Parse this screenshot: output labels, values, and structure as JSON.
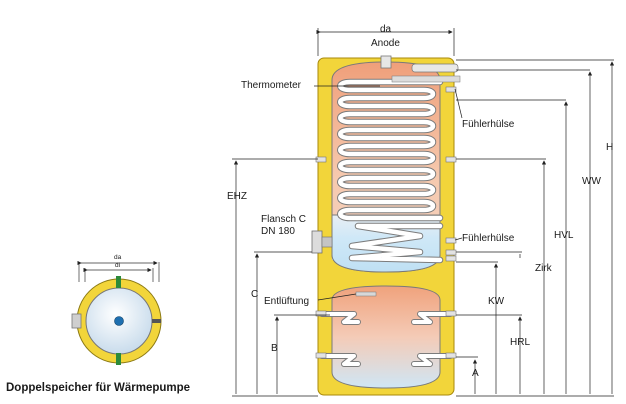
{
  "labels": {
    "da_top": "da",
    "anode": "Anode",
    "thermometer": "Thermometer",
    "fuehlerhuelse_1": "Fühlerhülse",
    "fuehlerhuelse_2": "Fühlerhülse",
    "flansch_c": "Flansch C",
    "dn180": "DN 180",
    "entlueftung": "Entlüftung",
    "ehz": "EHZ",
    "c": "C",
    "b": "B",
    "a": "A",
    "kw": "KW",
    "hrl": "HRL",
    "zirk": "Zirk",
    "hvl": "HVL",
    "ww": "WW",
    "h": "H",
    "da_small": "da",
    "di_small": "di"
  },
  "caption": "Doppelspeicher für Wärmepumpe",
  "colors": {
    "insulation": "#f2d53a",
    "insulation_edge": "#b8960a",
    "tank_hot": "#f2a882",
    "tank_cold": "#cfe8f7",
    "coil": "#ffffff",
    "coil_edge": "#8a8a8a",
    "anode_center": "#1e6fb0",
    "pipe_grey": "#9a9a9a"
  }
}
